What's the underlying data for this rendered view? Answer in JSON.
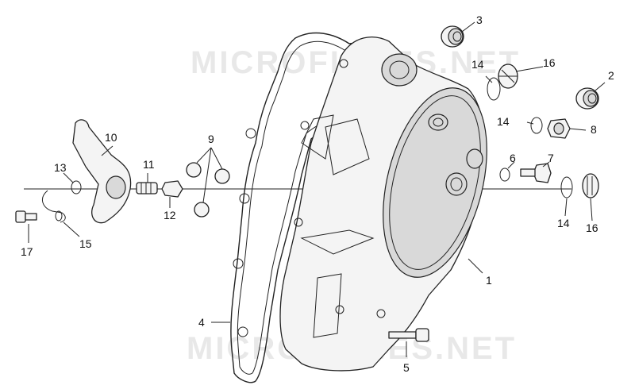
{
  "watermark": {
    "text": "MICROFICHES.NET"
  },
  "callouts": {
    "c1": "1",
    "c2": "2",
    "c3": "3",
    "c4": "4",
    "c5": "5",
    "c6": "6",
    "c7": "7",
    "c8": "8",
    "c9": "9",
    "c10": "10",
    "c11": "11",
    "c12": "12",
    "c13": "13",
    "c14a": "14",
    "c14b": "14",
    "c14c": "14",
    "c15": "15",
    "c16a": "16",
    "c16b": "16",
    "c17": "17"
  }
}
